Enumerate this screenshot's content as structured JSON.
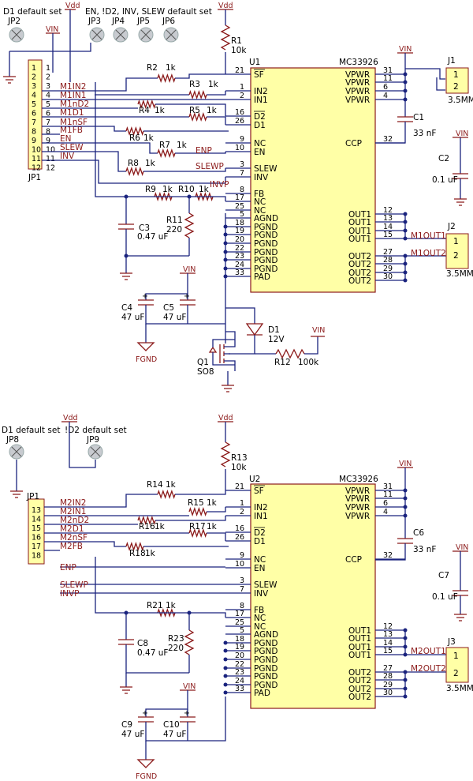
{
  "top": {
    "note_d1": "D1 default set",
    "note_en": "EN, !D2, INV, SLEW default set",
    "jumpers": [
      "JP2",
      "JP3",
      "JP4",
      "JP5",
      "JP6"
    ],
    "vdd": "Vdd",
    "vin": "VIN",
    "r1": {
      "name": "R1",
      "val": "10k"
    },
    "u1": {
      "name": "U1",
      "part": "MC33926"
    },
    "jp1": "JP1",
    "jp1_pins": [
      "1",
      "2",
      "3",
      "4",
      "5",
      "6",
      "7",
      "8",
      "9",
      "10",
      "11",
      "12"
    ],
    "nets": [
      "M1IN2",
      "M1IN1",
      "M1nD2",
      "M1D1",
      "M1nSF",
      "M1FB",
      "EN",
      "SLEW",
      "INV"
    ],
    "resistors": [
      {
        "name": "R2",
        "val": "1k"
      },
      {
        "name": "R3",
        "val": "1k"
      },
      {
        "name": "R4",
        "val": "1k"
      },
      {
        "name": "R5",
        "val": "1k"
      },
      {
        "name": "R6",
        "val": "1k"
      },
      {
        "name": "R7",
        "val": "1k"
      },
      {
        "name": "R8",
        "val": "1k"
      },
      {
        "name": "R9",
        "val": "1k"
      },
      {
        "name": "R10",
        "val": "1k"
      },
      {
        "name": "R11",
        "val": "220"
      }
    ],
    "enp": "ENP",
    "slewp": "SLEWP",
    "invp": "INVP",
    "c3": {
      "name": "C3",
      "val": "0.47 uF"
    },
    "c4": {
      "name": "C4",
      "val": "47 uF"
    },
    "c5": {
      "name": "C5",
      "val": "47 uF"
    },
    "c1": {
      "name": "C1",
      "val": "33 nF"
    },
    "c2": {
      "name": "C2",
      "val": "0.1 uF"
    },
    "fgnd": "FGND",
    "d1": {
      "name": "D1",
      "val": "12V"
    },
    "q1": {
      "name": "Q1",
      "val": "SO8"
    },
    "r12": {
      "name": "R12",
      "val": "100k"
    },
    "j1": {
      "name": "J1",
      "val": "3.5MM"
    },
    "j2": {
      "name": "J2",
      "val": "3.5MM"
    },
    "m1out1": "M1OUT1",
    "m1out2": "M1OUT2",
    "left_pins": [
      {
        "num": "21",
        "name": "SF"
      },
      {
        "num": "1",
        "name": "IN2"
      },
      {
        "num": "2",
        "name": "IN1"
      },
      {
        "num": "16",
        "name": "D2"
      },
      {
        "num": "26",
        "name": "D1"
      },
      {
        "num": "9",
        "name": "NC"
      },
      {
        "num": "10",
        "name": "EN"
      },
      {
        "num": "3",
        "name": "SLEW"
      },
      {
        "num": "7",
        "name": "INV"
      },
      {
        "num": "8",
        "name": "FB"
      },
      {
        "num": "17",
        "name": "NC"
      },
      {
        "num": "25",
        "name": "NC"
      },
      {
        "num": "5",
        "name": "AGND"
      },
      {
        "num": "18",
        "name": "PGND"
      },
      {
        "num": "19",
        "name": "PGND"
      },
      {
        "num": "20",
        "name": "PGND"
      },
      {
        "num": "22",
        "name": "PGND"
      },
      {
        "num": "23",
        "name": "PGND"
      },
      {
        "num": "24",
        "name": "PGND"
      },
      {
        "num": "33",
        "name": "PAD"
      }
    ],
    "right_pins_top": [
      {
        "num": "31",
        "name": "VPWR"
      },
      {
        "num": "11",
        "name": "VPWR"
      },
      {
        "num": "6",
        "name": "VPWR"
      },
      {
        "num": "4",
        "name": "VPWR"
      },
      {
        "num": "32",
        "name": "CCP"
      }
    ],
    "right_pins_out": [
      {
        "num": "12",
        "name": "OUT1"
      },
      {
        "num": "13",
        "name": "OUT1"
      },
      {
        "num": "14",
        "name": "OUT1"
      },
      {
        "num": "15",
        "name": "OUT1"
      },
      {
        "num": "27",
        "name": "OUT2"
      },
      {
        "num": "28",
        "name": "OUT2"
      },
      {
        "num": "29",
        "name": "OUT2"
      },
      {
        "num": "30",
        "name": "OUT2"
      }
    ]
  },
  "bottom": {
    "note_d1": "D1 default set",
    "note_d2": "!D2 default set",
    "jp8": "JP8",
    "jp9": "JP9",
    "vdd": "Vdd",
    "vin": "VIN",
    "r13": {
      "name": "R13",
      "val": "10k"
    },
    "u2": {
      "name": "U2",
      "part": "MC33926"
    },
    "jp1": "JP1",
    "jp1_pins": [
      "13",
      "14",
      "15",
      "16",
      "17",
      "18"
    ],
    "nets": [
      "M2IN2",
      "M2IN1",
      "M2nD2",
      "M2D1",
      "M2nSF",
      "M2FB"
    ],
    "resistors": [
      {
        "name": "R14",
        "val": "1k"
      },
      {
        "name": "R15",
        "val": "1k"
      },
      {
        "name": "R16",
        "val": "1k"
      },
      {
        "name": "R17",
        "val": "1k"
      },
      {
        "name": "R18",
        "val": "1k"
      },
      {
        "name": "R21",
        "val": "1k"
      },
      {
        "name": "R23",
        "val": "220"
      }
    ],
    "enp": "ENP",
    "slewp": "SLEWP",
    "invp": "INVP",
    "c8": {
      "name": "C8",
      "val": "0.47 uF"
    },
    "c9": {
      "name": "C9",
      "val": "47 uF"
    },
    "c10": {
      "name": "C10",
      "val": "47 uF"
    },
    "c6": {
      "name": "C6",
      "val": "33 nF"
    },
    "c7": {
      "name": "C7",
      "val": "0.1 uF"
    },
    "fgnd": "FGND",
    "j3": {
      "name": "J3",
      "val": "3.5MM"
    },
    "m2out1": "M2OUT1",
    "m2out2": "M2OUT2"
  }
}
